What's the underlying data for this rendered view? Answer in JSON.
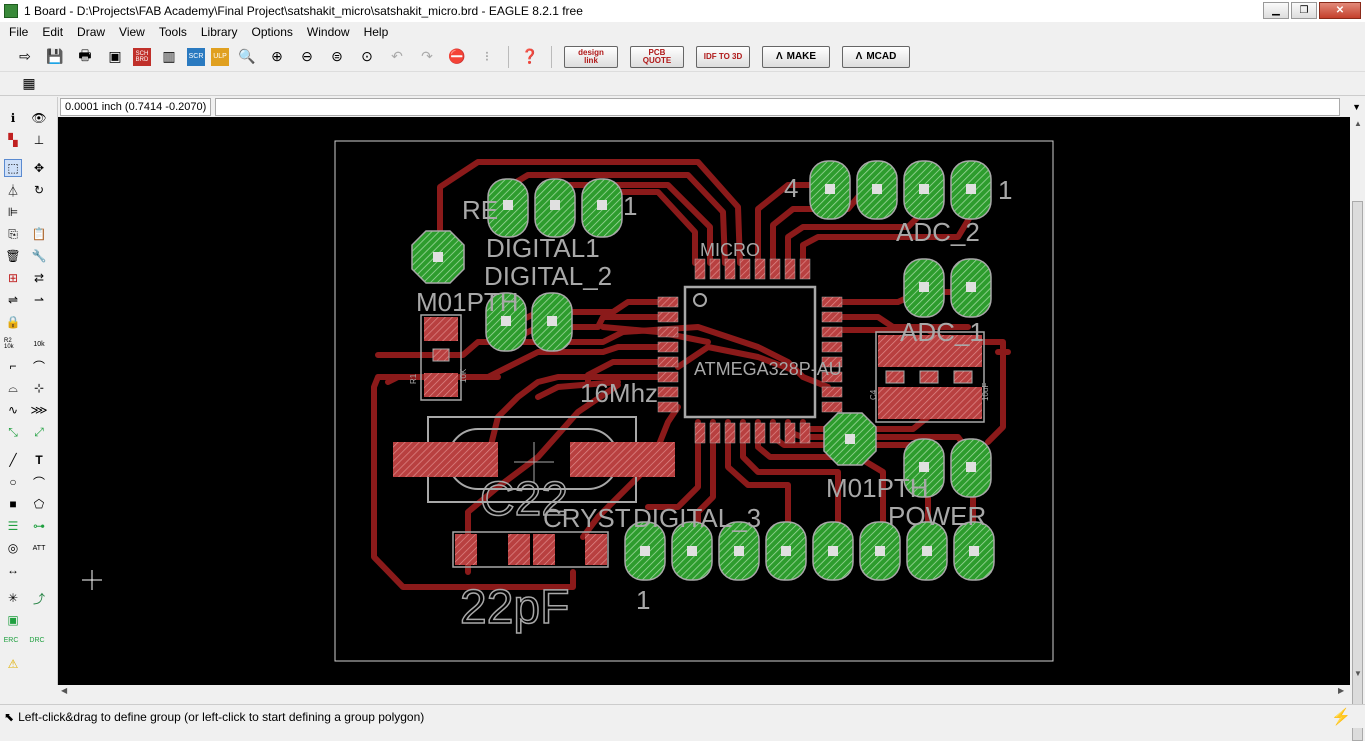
{
  "window": {
    "title": "1 Board - D:\\Projects\\FAB Academy\\Final Project\\satshakit_micro\\satshakit_micro.brd - EAGLE 8.2.1 free",
    "minimize": "▁",
    "maximize": "❐",
    "close": "✕"
  },
  "menu": [
    "File",
    "Edit",
    "Draw",
    "View",
    "Tools",
    "Library",
    "Options",
    "Window",
    "Help"
  ],
  "toolbar": {
    "designlink": "design link",
    "pcbquote": "PCB QUOTE",
    "idf": "IDF TO 3D",
    "make": "MAKE",
    "mcad": "MCAD",
    "sch_label": "SCH BRD",
    "scr_label": "SCR",
    "ulp_label": "ULP"
  },
  "coords": "0.0001 inch (0.7414 -0.2070)",
  "status": "Left-click&drag to define group (or left-click to start defining a group polygon)",
  "board_labels": {
    "re": "RE",
    "one_top": "1",
    "digital1": "DIGITAL1",
    "digital2": "DIGITAL_2",
    "m01pth_left": "M01PTH",
    "micro": "MICRO",
    "atmega": "ATMEGA328P-AU",
    "mhz": "16Mhz",
    "four": "4",
    "one_right": "1",
    "adc2": "ADC_2",
    "adc1": "ADC_1",
    "m01pth_right": "M01PTH",
    "power": "POWER",
    "digital3": "DIGITAL_3",
    "cryst": "CRYST",
    "c22": "C22",
    "pf22": "22pF",
    "one_bottom": "1",
    "r1": "R1",
    "r10k": "10K",
    "c10uf": "10uF",
    "c4": "C4"
  },
  "colors": {
    "trace": "#8b1a1a",
    "pad": "#2d9c2d",
    "pad_hatch": "#b8b8b8",
    "smd": "#b84040",
    "silk": "#a8a8a8",
    "board_bg": "#000000",
    "outline": "#d0d0d0"
  },
  "left_tool_labels": {
    "r2_10k": "R2 10k",
    "erc": "ERC",
    "drc": "DRC",
    "att": "ATT"
  }
}
